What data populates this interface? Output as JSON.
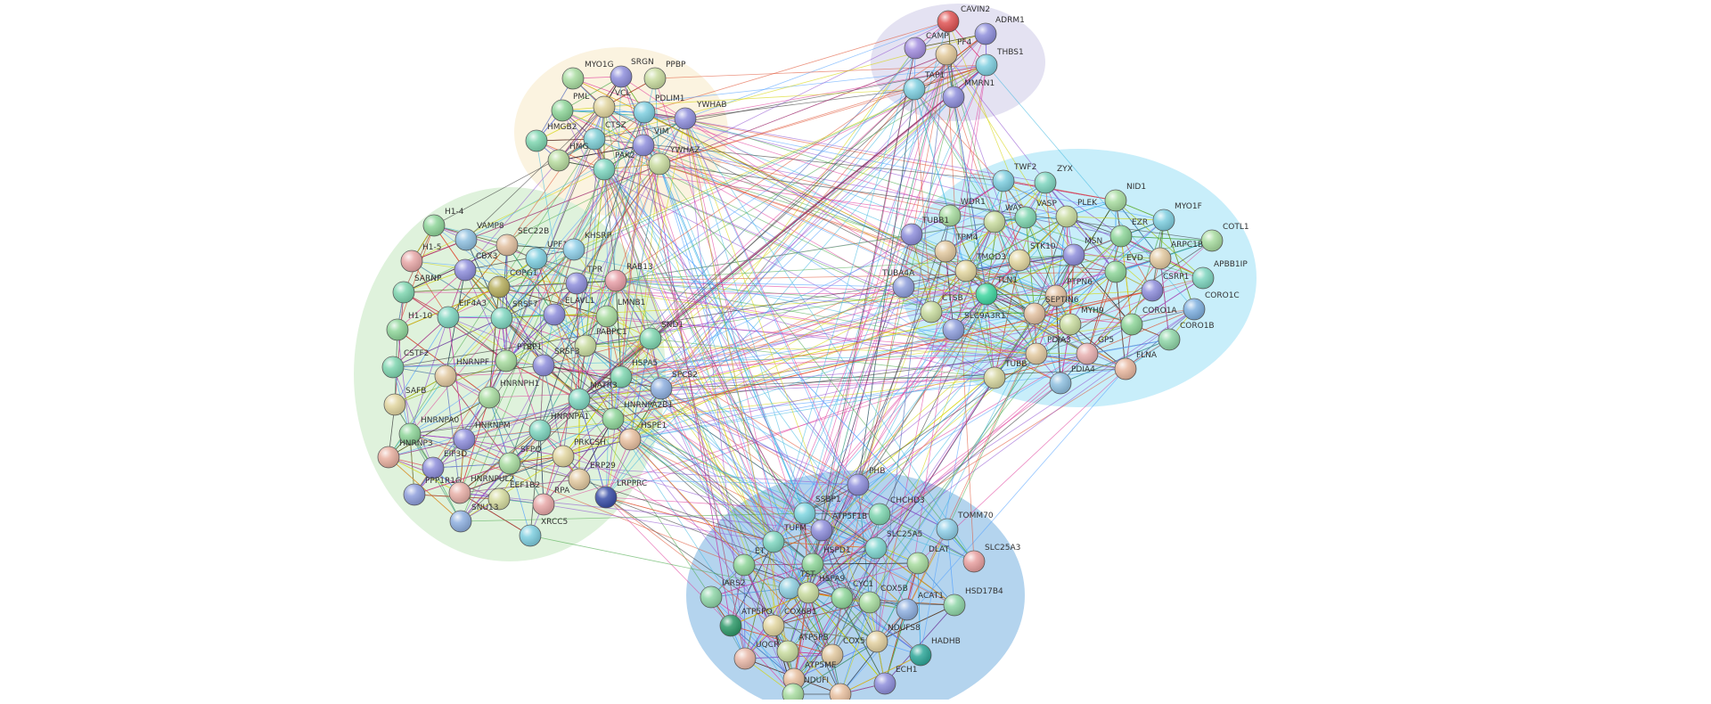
{
  "nodes": [
    {
      "id": "CAVIN2",
      "label": "CAVIN2",
      "cluster": "purple",
      "color": "#e05555"
    },
    {
      "id": "ADRM1",
      "label": "ADRM1",
      "cluster": "purple",
      "color": "#8f8fdc"
    },
    {
      "id": "CAMP",
      "label": "CAMP",
      "cluster": "purple",
      "color": "#a48fe0"
    },
    {
      "id": "PF4",
      "label": "PF4",
      "cluster": "purple",
      "color": "#e2c99a"
    },
    {
      "id": "THBS1",
      "label": "THBS1",
      "cluster": "purple",
      "color": "#7fcfe0"
    },
    {
      "id": "TAP1",
      "label": "TAP1",
      "cluster": "purple",
      "color": "#7fcfe0"
    },
    {
      "id": "MMRN1",
      "label": "MMRN1",
      "cluster": "purple",
      "color": "#8f8fdc"
    },
    {
      "id": "MYO1G",
      "label": "MYO1G",
      "cluster": "yellow",
      "color": "#a8dca0"
    },
    {
      "id": "SRGN",
      "label": "SRGN",
      "cluster": "yellow",
      "color": "#8f8fdc"
    },
    {
      "id": "PPBP",
      "label": "PPBP",
      "cluster": "yellow",
      "color": "#c9dca0"
    },
    {
      "id": "PML",
      "label": "PML",
      "cluster": "yellow",
      "color": "#8fd69a"
    },
    {
      "id": "VCL",
      "label": "VCL",
      "cluster": "yellow",
      "color": "#e2d6a0"
    },
    {
      "id": "PDLIM1",
      "label": "PDLIM1",
      "cluster": "yellow",
      "color": "#7fcfe0"
    },
    {
      "id": "YWHAB",
      "label": "YWHAB",
      "cluster": "yellow",
      "color": "#8f8fdc"
    },
    {
      "id": "HMGB2",
      "label": "HMGB2",
      "cluster": "yellow",
      "color": "#7fd6b0"
    },
    {
      "id": "CTSZ",
      "label": "CTSZ",
      "cluster": "yellow",
      "color": "#7fcfd6"
    },
    {
      "id": "VIM",
      "label": "VIM",
      "cluster": "yellow",
      "color": "#8f8fdc"
    },
    {
      "id": "HMG",
      "label": "HMG",
      "cluster": "yellow",
      "color": "#b8dca0"
    },
    {
      "id": "PAK2",
      "label": "PAK2",
      "cluster": "yellow",
      "color": "#7fd6c0"
    },
    {
      "id": "YWHAZ",
      "label": "YWHAZ",
      "cluster": "yellow",
      "color": "#c9dca0"
    },
    {
      "id": "TWF2",
      "label": "TWF2",
      "cluster": "cyan",
      "color": "#7fcfe0"
    },
    {
      "id": "ZYX",
      "label": "ZYX",
      "cluster": "cyan",
      "color": "#7fd6c0"
    },
    {
      "id": "NID1",
      "label": "NID1",
      "cluster": "cyan",
      "color": "#a8dca0"
    },
    {
      "id": "WDR1",
      "label": "WDR1",
      "cluster": "cyan",
      "color": "#a8dca0"
    },
    {
      "id": "WAS",
      "label": "WAS",
      "cluster": "cyan",
      "color": "#c9dca0"
    },
    {
      "id": "VASP",
      "label": "VASP",
      "cluster": "cyan",
      "color": "#7fd6b0"
    },
    {
      "id": "PLEK",
      "label": "PLEK",
      "cluster": "cyan",
      "color": "#c9dca0"
    },
    {
      "id": "MYO1F",
      "label": "MYO1F",
      "cluster": "cyan",
      "color": "#7fcfe0"
    },
    {
      "id": "TUBB1",
      "label": "TUBB1",
      "cluster": "cyan",
      "color": "#8f8fdc"
    },
    {
      "id": "EZR",
      "label": "EZR",
      "cluster": "cyan",
      "color": "#8fd69a"
    },
    {
      "id": "COTL1",
      "label": "COTL1",
      "cluster": "cyan",
      "color": "#a8dca0"
    },
    {
      "id": "TPM4",
      "label": "TPM4",
      "cluster": "cyan",
      "color": "#e2c9a0"
    },
    {
      "id": "MSN",
      "label": "MSN",
      "cluster": "cyan",
      "color": "#8f8fdc"
    },
    {
      "id": "STK10",
      "label": "STK10",
      "cluster": "cyan",
      "color": "#e2d6a0"
    },
    {
      "id": "ARPC1B",
      "label": "ARPC1B",
      "cluster": "cyan",
      "color": "#e2c9a0"
    },
    {
      "id": "APBB1IP",
      "label": "APBB1IP",
      "cluster": "cyan",
      "color": "#7fd6c0"
    },
    {
      "id": "TMOD3",
      "label": "TMOD3",
      "cluster": "cyan",
      "color": "#e2d6a0"
    },
    {
      "id": "EVD",
      "label": "EVD",
      "cluster": "cyan",
      "color": "#8fd69a"
    },
    {
      "id": "TUBA4A",
      "label": "TUBA4A",
      "cluster": "cyan",
      "color": "#8f9fdc"
    },
    {
      "id": "CSRP1",
      "label": "CSRP1",
      "cluster": "cyan",
      "color": "#8f8fdc"
    },
    {
      "id": "TLN1",
      "label": "TLN1",
      "cluster": "cyan",
      "color": "#3fd6a0"
    },
    {
      "id": "PTPN6",
      "label": "PTPN6",
      "cluster": "cyan",
      "color": "#e2c0a0"
    },
    {
      "id": "CORO1C",
      "label": "CORO1C",
      "cluster": "cyan",
      "color": "#7fb0e0"
    },
    {
      "id": "CTSB",
      "label": "CTSB",
      "cluster": "cyan",
      "color": "#c9dca0"
    },
    {
      "id": "SEPTIN6",
      "label": "SEPTIN6",
      "cluster": "cyan",
      "color": "#e2c0a0"
    },
    {
      "id": "CORO1A",
      "label": "CORO1A",
      "cluster": "cyan",
      "color": "#8fd69a"
    },
    {
      "id": "SLC9A3R1",
      "label": "SLC9A3R1",
      "cluster": "cyan",
      "color": "#8f9fdc"
    },
    {
      "id": "MYH9",
      "label": "MYH9",
      "cluster": "cyan",
      "color": "#c9dca0"
    },
    {
      "id": "CORO1B",
      "label": "CORO1B",
      "cluster": "cyan",
      "color": "#8fd6a8"
    },
    {
      "id": "PDIA3",
      "label": "PDIA3",
      "cluster": "cyan",
      "color": "#e2c9a0"
    },
    {
      "id": "GP5",
      "label": "GP5",
      "cluster": "cyan",
      "color": "#e8b0b0"
    },
    {
      "id": "FLNA",
      "label": "FLNA",
      "cluster": "cyan",
      "color": "#e8b8a0"
    },
    {
      "id": "TUBB",
      "label": "TUBB",
      "cluster": "cyan",
      "color": "#d6d6a0"
    },
    {
      "id": "PDIA4",
      "label": "PDIA4",
      "cluster": "cyan",
      "color": "#8fc0e0"
    },
    {
      "id": "H1-4",
      "label": "H1-4",
      "cluster": "green",
      "color": "#8fd69a"
    },
    {
      "id": "VAMP8",
      "label": "VAMP8",
      "cluster": "green",
      "color": "#8fc0e0"
    },
    {
      "id": "SEC22B",
      "label": "SEC22B",
      "cluster": "green",
      "color": "#e2c0a0"
    },
    {
      "id": "H1-5",
      "label": "H1-5",
      "cluster": "green",
      "color": "#e8a8a8"
    },
    {
      "id": "CBX3",
      "label": "CBX3",
      "cluster": "green",
      "color": "#8f8fdc"
    },
    {
      "id": "UPF1",
      "label": "UPF1",
      "cluster": "green",
      "color": "#7fcfe0"
    },
    {
      "id": "KHSRP",
      "label": "KHSRP",
      "cluster": "green",
      "color": "#8fcfe8"
    },
    {
      "id": "COPG1",
      "label": "COPG1",
      "cluster": "green",
      "color": "#b8b060"
    },
    {
      "id": "SARNP",
      "label": "SARNP",
      "cluster": "green",
      "color": "#7fd6b0"
    },
    {
      "id": "TPR",
      "label": "TPR",
      "cluster": "green",
      "color": "#8f8fdc"
    },
    {
      "id": "RAB13",
      "label": "RAB13",
      "cluster": "green",
      "color": "#e8a0a8"
    },
    {
      "id": "EIF4A3",
      "label": "EIF4A3",
      "cluster": "green",
      "color": "#7fd6c0"
    },
    {
      "id": "SRSF7",
      "label": "SRSF7",
      "cluster": "green",
      "color": "#7fd6c0"
    },
    {
      "id": "ELAVL1",
      "label": "ELAVL1",
      "cluster": "green",
      "color": "#8f8fdc"
    },
    {
      "id": "LMNB1",
      "label": "LMNB1",
      "cluster": "green",
      "color": "#a8dca0"
    },
    {
      "id": "H1-10",
      "label": "H1-10",
      "cluster": "green",
      "color": "#8fd69a"
    },
    {
      "id": "SND1",
      "label": "SND1",
      "cluster": "green",
      "color": "#7fd6b0"
    },
    {
      "id": "PABPC1",
      "label": "PABPC1",
      "cluster": "green",
      "color": "#c9dca0"
    },
    {
      "id": "PTBP1",
      "label": "PTBP1",
      "cluster": "green",
      "color": "#a8dca0"
    },
    {
      "id": "SRSF3",
      "label": "SRSF3",
      "cluster": "green",
      "color": "#8f8fdc"
    },
    {
      "id": "CSTF2",
      "label": "CSTF2",
      "cluster": "green",
      "color": "#7fd6b0"
    },
    {
      "id": "HNRNPF",
      "label": "HNRNPF",
      "cluster": "green",
      "color": "#e2c9a0"
    },
    {
      "id": "HSPA5",
      "label": "HSPA5",
      "cluster": "green",
      "color": "#7fd6b0"
    },
    {
      "id": "SPCS2",
      "label": "SPCS2",
      "cluster": "green",
      "color": "#8fb0e0"
    },
    {
      "id": "HNRNPH1",
      "label": "HNRNPH1",
      "cluster": "green",
      "color": "#a8dca0"
    },
    {
      "id": "MATR3",
      "label": "MATR3",
      "cluster": "green",
      "color": "#7fd6c0"
    },
    {
      "id": "SAFB",
      "label": "SAFB",
      "cluster": "green",
      "color": "#e2d6a0"
    },
    {
      "id": "HNRNPA1",
      "label": "HNRNPA1",
      "cluster": "green",
      "color": "#7fd6c0"
    },
    {
      "id": "HNRNPA2B1",
      "label": "HNRNPA2B1",
      "cluster": "green",
      "color": "#8fd69a"
    },
    {
      "id": "HNRNPA0",
      "label": "HNRNPA0",
      "cluster": "green",
      "color": "#8fd69a"
    },
    {
      "id": "HNRNPM",
      "label": "HNRNPM",
      "cluster": "green",
      "color": "#8f8fdc"
    },
    {
      "id": "HSPE1",
      "label": "HSPE1",
      "cluster": "green",
      "color": "#e8c0a0"
    },
    {
      "id": "HNRNP3",
      "label": "HNRNP3",
      "cluster": "green",
      "color": "#e8b0a0"
    },
    {
      "id": "EIF3D",
      "label": "EIF3D",
      "cluster": "green",
      "color": "#8f8fdc"
    },
    {
      "id": "SFPQ",
      "label": "SFPQ",
      "cluster": "green",
      "color": "#a8dca0"
    },
    {
      "id": "PRKCSH",
      "label": "PRKCSH",
      "cluster": "green",
      "color": "#e2d6a0"
    },
    {
      "id": "ERP29",
      "label": "ERP29",
      "cluster": "green",
      "color": "#e2c9a0"
    },
    {
      "id": "PPP1R1G",
      "label": "PPP1R1G",
      "cluster": "green",
      "color": "#8f9fdc"
    },
    {
      "id": "HNRNPUL2",
      "label": "HNRNPUL2",
      "cluster": "green",
      "color": "#e8b0a8"
    },
    {
      "id": "EEF1B2",
      "label": "EEF1B2",
      "cluster": "green",
      "color": "#d6dca0"
    },
    {
      "id": "RPA1",
      "label": "RPA",
      "cluster": "green",
      "color": "#e8a8a8"
    },
    {
      "id": "LRPPRC",
      "label": "LRPPRC",
      "cluster": "green",
      "color": "#3a4fa8"
    },
    {
      "id": "SNU13",
      "label": "SNU13",
      "cluster": "green",
      "color": "#8fb0e0"
    },
    {
      "id": "XRCC5",
      "label": "XRCC5",
      "cluster": "green",
      "color": "#7fcfe0"
    },
    {
      "id": "PHB",
      "label": "PHB",
      "cluster": "blue",
      "color": "#8f8fdc"
    },
    {
      "id": "SSBP1",
      "label": "SSBP1",
      "cluster": "blue",
      "color": "#7fd6e0"
    },
    {
      "id": "CHCHD3",
      "label": "CHCHD3",
      "cluster": "blue",
      "color": "#7fd6b0"
    },
    {
      "id": "ATP5F1B",
      "label": "ATP5F1B",
      "cluster": "blue",
      "color": "#8f8fdc"
    },
    {
      "id": "TOMM70",
      "label": "TOMM70",
      "cluster": "blue",
      "color": "#8fcfe8"
    },
    {
      "id": "TUFM",
      "label": "TUFM",
      "cluster": "blue",
      "color": "#7fd6c0"
    },
    {
      "id": "SLC25A5",
      "label": "SLC25A5",
      "cluster": "blue",
      "color": "#7fd6d0"
    },
    {
      "id": "SLC25A3",
      "label": "SLC25A3",
      "cluster": "blue",
      "color": "#e8a0a0"
    },
    {
      "id": "ETFA",
      "label": "ET",
      "cluster": "blue",
      "color": "#8fd69a"
    },
    {
      "id": "HSPD1",
      "label": "HSPD1",
      "cluster": "blue",
      "color": "#8fd69a"
    },
    {
      "id": "DLAT",
      "label": "DLAT",
      "cluster": "blue",
      "color": "#a8dca0"
    },
    {
      "id": "TST",
      "label": "TST",
      "cluster": "blue",
      "color": "#8fcfe0"
    },
    {
      "id": "IARS2",
      "label": "IARS2",
      "cluster": "blue",
      "color": "#8fd6a8"
    },
    {
      "id": "HSPA9",
      "label": "HSPA9",
      "cluster": "blue",
      "color": "#c9dca0"
    },
    {
      "id": "CYC1",
      "label": "CYC1",
      "cluster": "blue",
      "color": "#8fd69a"
    },
    {
      "id": "COX5B",
      "label": "COX5B",
      "cluster": "blue",
      "color": "#a8dca0"
    },
    {
      "id": "ACAT1",
      "label": "ACAT1",
      "cluster": "blue",
      "color": "#8fb0e0"
    },
    {
      "id": "HSD17B4",
      "label": "HSD17B4",
      "cluster": "blue",
      "color": "#8fd6a8"
    },
    {
      "id": "ATP5PO",
      "label": "ATP5PO",
      "cluster": "blue",
      "color": "#2f9a6a"
    },
    {
      "id": "COX6B1",
      "label": "COX6B1",
      "cluster": "blue",
      "color": "#e2d6a0"
    },
    {
      "id": "NDUFS8",
      "label": "NDUFS8",
      "cluster": "blue",
      "color": "#e2d0a0"
    },
    {
      "id": "ATP5PB",
      "label": "ATP5PB",
      "cluster": "blue",
      "color": "#c9dca0"
    },
    {
      "id": "UQCRC",
      "label": "UQCR",
      "cluster": "blue",
      "color": "#e8b8a8"
    },
    {
      "id": "COX5A",
      "label": "COX5",
      "cluster": "blue",
      "color": "#e2c9a0"
    },
    {
      "id": "HADHB",
      "label": "HADHB",
      "cluster": "blue",
      "color": "#2fa89a"
    },
    {
      "id": "ATP5ME",
      "label": "ATP5ME",
      "cluster": "blue",
      "color": "#e8c0a0"
    },
    {
      "id": "ECH1",
      "label": "ECH1",
      "cluster": "blue",
      "color": "#8f8fdc"
    },
    {
      "id": "NDUFB",
      "label": "NDUFI",
      "cluster": "blue",
      "color": "#a8dca0"
    },
    {
      "id": "ATP5MG",
      "label": "",
      "cluster": "blue",
      "color": "#e8c0a0"
    }
  ],
  "clusters": [
    {
      "id": "purple",
      "color": "#e4e2f2"
    },
    {
      "id": "yellow",
      "color": "#fbf3e0"
    },
    {
      "id": "cyan",
      "color": "#c8eefa"
    },
    {
      "id": "green",
      "color": "#dff2dc"
    },
    {
      "id": "blue",
      "color": "#b4d4ee"
    }
  ],
  "edge_colors": [
    "#e0399a",
    "#d4d400",
    "#3fb8e0",
    "#4aa84a",
    "#9050d0",
    "#303030",
    "#e05030",
    "#50a0ff"
  ]
}
